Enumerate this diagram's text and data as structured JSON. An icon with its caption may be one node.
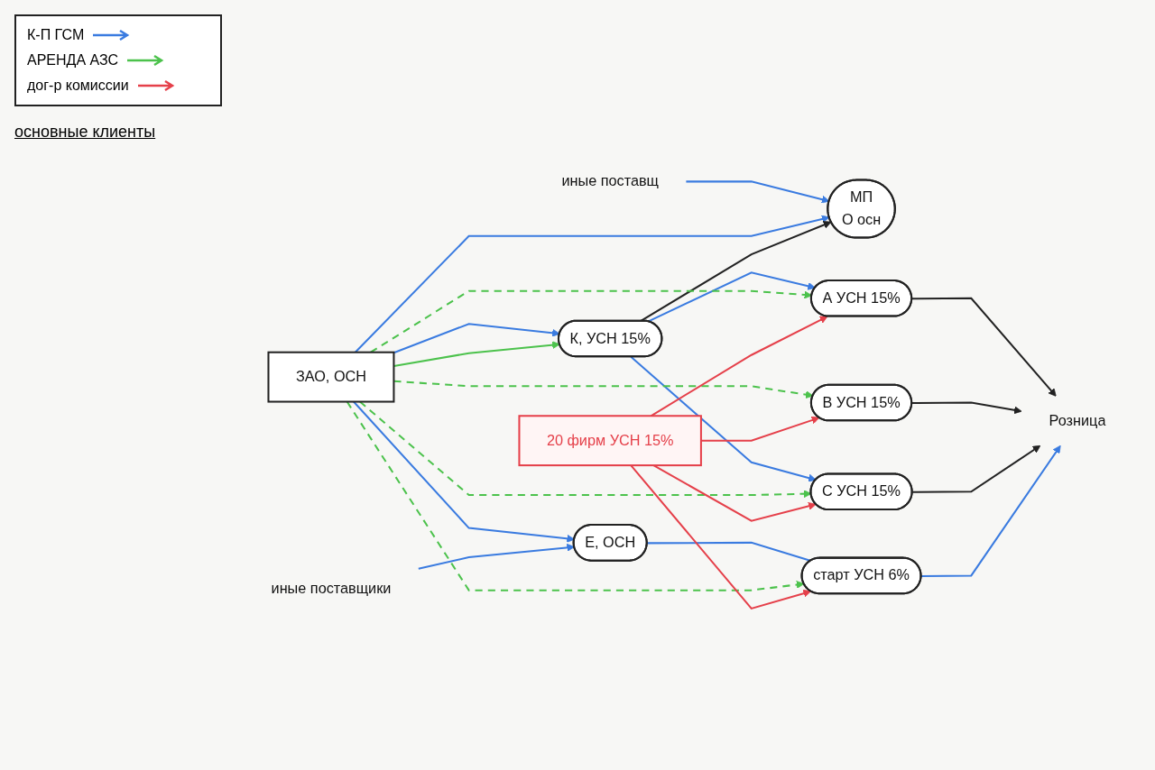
{
  "diagram": {
    "nodes": [
      {
        "text": [
          "ЗАО, ОСН"
        ]
      },
      {
        "text": [
          "иные поставщ"
        ]
      },
      {
        "text": [
          "МП",
          "О осн"
        ]
      },
      {
        "text": [
          "К, УСН 15%"
        ]
      },
      {
        "text": [
          "Е, ОСН"
        ]
      },
      {
        "text": [
          "иные поставщики"
        ]
      },
      {
        "text": [
          "20 фирм УСН 15%"
        ]
      },
      {
        "text": [
          "А УСН 15%"
        ]
      },
      {
        "text": [
          "В УСН 15%"
        ]
      },
      {
        "text": [
          "С УСН 15%"
        ]
      },
      {
        "text": [
          "старт УСН 6%"
        ]
      },
      {
        "text": [
          "Розница"
        ]
      }
    ],
    "edges": [
      {
        "from": 1,
        "to": 2,
        "arrow": "to",
        "color": "#3a7be0"
      },
      {
        "from": 0,
        "to": 2,
        "arrow": "to",
        "color": "#3a7be0"
      },
      {
        "from": 0,
        "to": 3,
        "arrow": "to",
        "color": "#3a7be0"
      },
      {
        "from": 0,
        "to": 3,
        "arrow": "to",
        "color": "#4cc24c"
      },
      {
        "from": 0,
        "to": 4,
        "arrow": "to",
        "color": "#3a7be0"
      },
      {
        "from": 5,
        "to": 4,
        "arrow": "to",
        "color": "#3a7be0"
      },
      {
        "from": 3,
        "to": 2,
        "arrow": "to",
        "color": "#222222"
      },
      {
        "from": 3,
        "to": 7,
        "arrow": "to",
        "color": "#3a7be0"
      },
      {
        "from": 3,
        "to": 9,
        "arrow": "to",
        "color": "#3a7be0"
      },
      {
        "from": 4,
        "to": 10,
        "arrow": "none",
        "color": "#3a7be0"
      },
      {
        "from": 0,
        "to": 7,
        "arrow": "to",
        "style": "dashed",
        "color": "#4cc24c"
      },
      {
        "from": 0,
        "to": 8,
        "arrow": "to",
        "style": "dashed",
        "color": "#4cc24c"
      },
      {
        "from": 0,
        "to": 9,
        "arrow": "to",
        "style": "dashed",
        "color": "#4cc24c"
      },
      {
        "from": 0,
        "to": 10,
        "arrow": "to",
        "style": "dashed",
        "color": "#4cc24c"
      },
      {
        "from": 6,
        "to": 7,
        "arrow": "to",
        "color": "#e5404a"
      },
      {
        "from": 6,
        "to": 8,
        "arrow": "to",
        "color": "#e5404a"
      },
      {
        "from": 6,
        "to": 9,
        "arrow": "to",
        "color": "#e5404a"
      },
      {
        "from": 6,
        "to": 10,
        "arrow": "to",
        "color": "#e5404a"
      },
      {
        "from": 7,
        "to": 11,
        "arrow": "to",
        "color": "#222222"
      },
      {
        "from": 8,
        "to": 11,
        "arrow": "to",
        "color": "#222222"
      },
      {
        "from": 9,
        "to": 11,
        "arrow": "to",
        "color": "#222222"
      },
      {
        "from": 10,
        "to": 11,
        "arrow": "to",
        "color": "#3a7be0"
      }
    ],
    "labels": [
      "основные клиенты"
    ],
    "legend": [
      {
        "text": "К-П ГСМ",
        "color": "#3a7be0"
      },
      {
        "text": "АРЕНДА АЗС",
        "color": "#4cc24c"
      },
      {
        "text": "дог-р комиссии",
        "color": "#e5404a"
      }
    ]
  }
}
